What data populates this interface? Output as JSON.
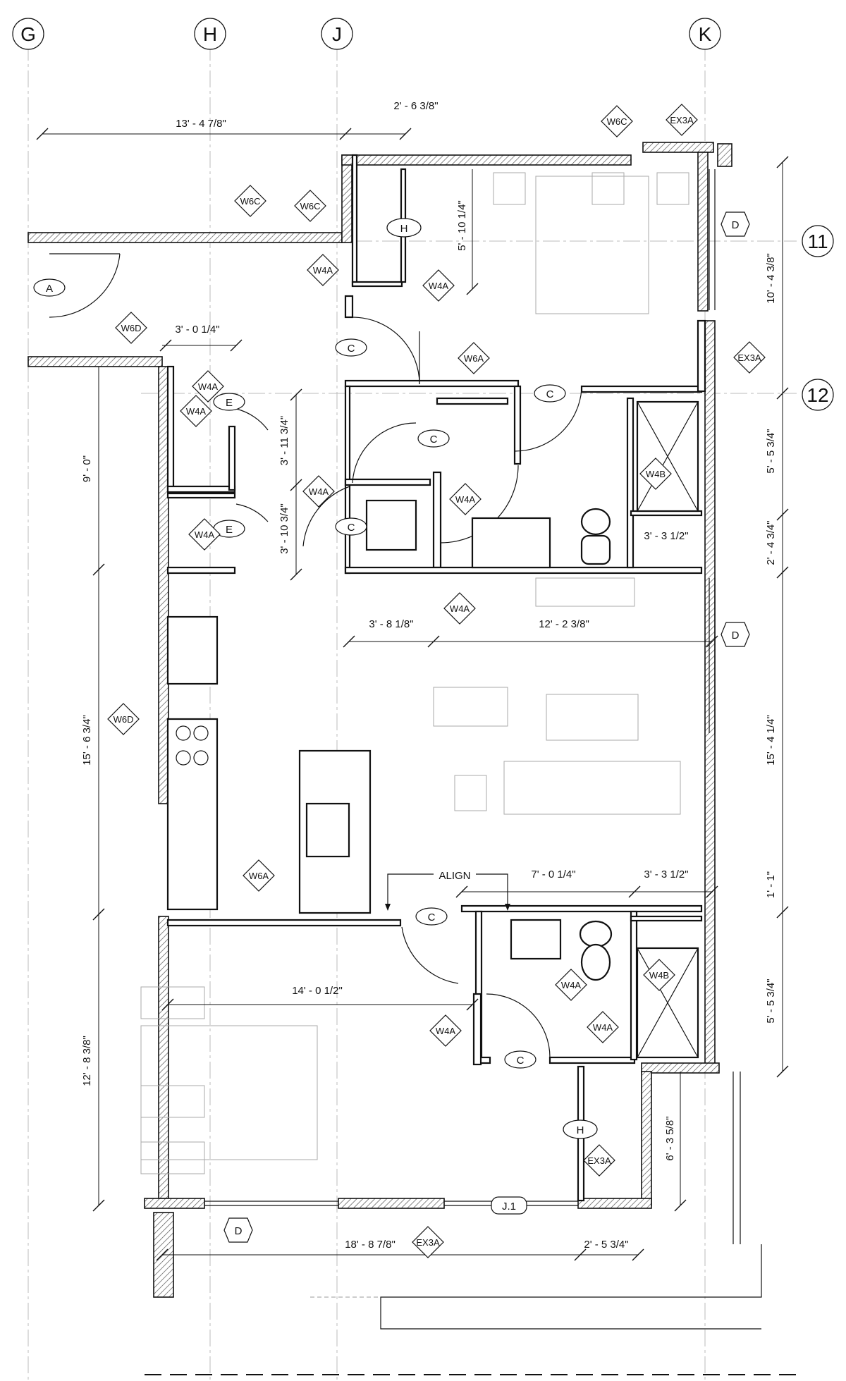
{
  "grid_columns": [
    "G",
    "H",
    "J",
    "K"
  ],
  "grid_rows": [
    "11",
    "12"
  ],
  "room_door_tags": {
    "A": "A",
    "C": "C",
    "D": "D",
    "E": "E",
    "H": "H",
    "J1": "J.1",
    "align": "ALIGN"
  },
  "wall_tags": {
    "W6C": "W6C",
    "W6D": "W6D",
    "W6A": "W6A",
    "W4A": "W4A",
    "W4B": "W4B",
    "EX3A": "EX3A"
  },
  "dimensions": {
    "d1": "13' - 4 7/8\"",
    "d2": "2' - 6 3/8\"",
    "d3": "5' - 10 1/4\"",
    "d4": "3' - 0 1/4\"",
    "d5": "10' - 4 3/8\"",
    "d6": "3' - 11 3/4\"",
    "d7": "9' - 0\"",
    "d8": "3' - 10 3/4\"",
    "d9": "5' - 5 3/4\"",
    "d10": "3' - 3 1/2\"",
    "d11": "2' - 4 3/4\"",
    "d12": "3' - 8 1/8\"",
    "d13": "12' - 2 3/8\"",
    "d14": "15' - 6 3/4\"",
    "d15": "15' - 4 1/4\"",
    "d16": "7' - 0 1/4\"",
    "d17": "1' - 1\"",
    "d18": "14' - 0 1/2\"",
    "d19": "12' - 8 3/8\"",
    "d20": "6' - 3 5/8\"",
    "d21": "18' - 8 7/8\"",
    "d22": "2' - 5 3/4\""
  }
}
